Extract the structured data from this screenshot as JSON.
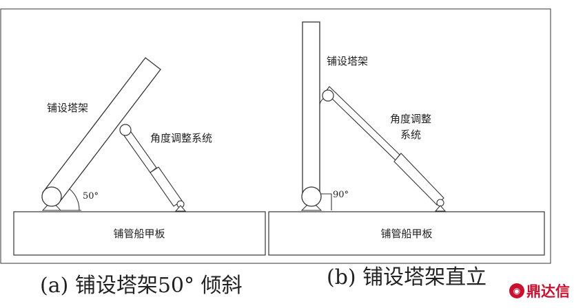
{
  "diagrams": [
    {
      "tower_label": "铺设塔架",
      "system_label": "角度调整系统",
      "angle_label": "50°",
      "deck_label": "铺管船甲板",
      "caption": "(a) 铺设塔架50°  倾斜"
    },
    {
      "tower_label": "铺设塔架",
      "system_label_line1": "角度调整",
      "system_label_line2": "系统",
      "angle_label": "90°",
      "deck_label": "铺管船甲板",
      "caption": "(b) 铺设塔架直立"
    }
  ],
  "watermark": {
    "text": "鼎达信",
    "icon": "logo-seal-icon",
    "color": "#c8102e"
  }
}
